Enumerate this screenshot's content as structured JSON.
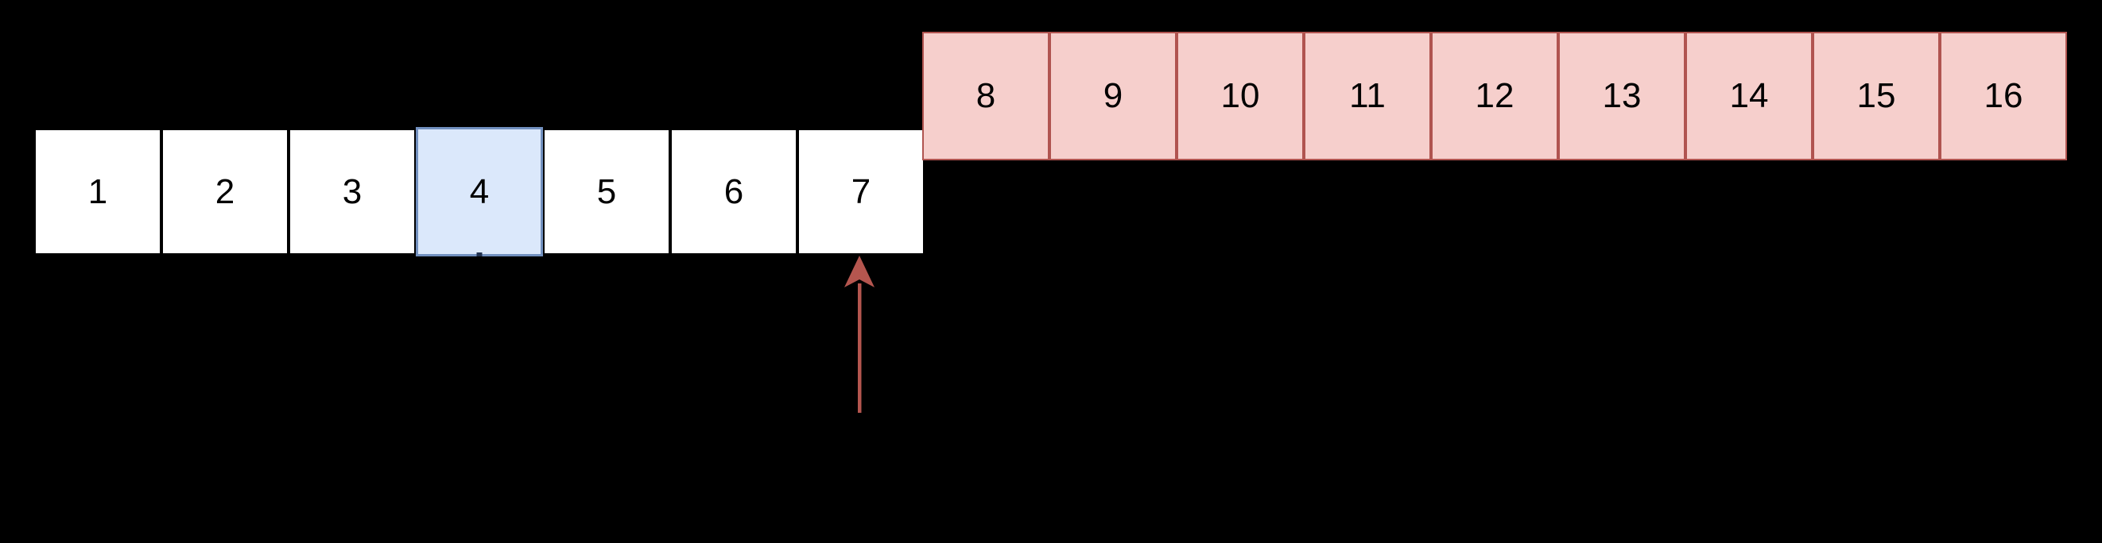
{
  "scene": {
    "title": "array-extension-diagram",
    "background": "#000000"
  },
  "colors": {
    "background": "#000000",
    "text": "#000000",
    "cell_fill": "#ffffff",
    "cell_border": "#000000",
    "selected_fill": "#dbe8fb",
    "selected_border": "#7290bf",
    "extension_fill": "#f6cfcc",
    "extension_border": "#b05450",
    "arrow": "#b5564f"
  },
  "main_row": {
    "cells": [
      {
        "value": "1",
        "state": "default"
      },
      {
        "value": "2",
        "state": "default"
      },
      {
        "value": "3",
        "state": "default"
      },
      {
        "value": "4",
        "state": "selected"
      },
      {
        "value": "5",
        "state": "default"
      },
      {
        "value": "6",
        "state": "default"
      },
      {
        "value": "7",
        "state": "default"
      }
    ]
  },
  "extension_row": {
    "cells": [
      {
        "value": "8",
        "state": "extension"
      },
      {
        "value": "9",
        "state": "extension"
      },
      {
        "value": "10",
        "state": "extension"
      },
      {
        "value": "11",
        "state": "extension"
      },
      {
        "value": "12",
        "state": "extension"
      },
      {
        "value": "13",
        "state": "extension"
      },
      {
        "value": "14",
        "state": "extension"
      },
      {
        "value": "15",
        "state": "extension"
      },
      {
        "value": "16",
        "state": "extension"
      }
    ]
  },
  "pointer": {
    "target_cell": "7",
    "direction": "up"
  }
}
